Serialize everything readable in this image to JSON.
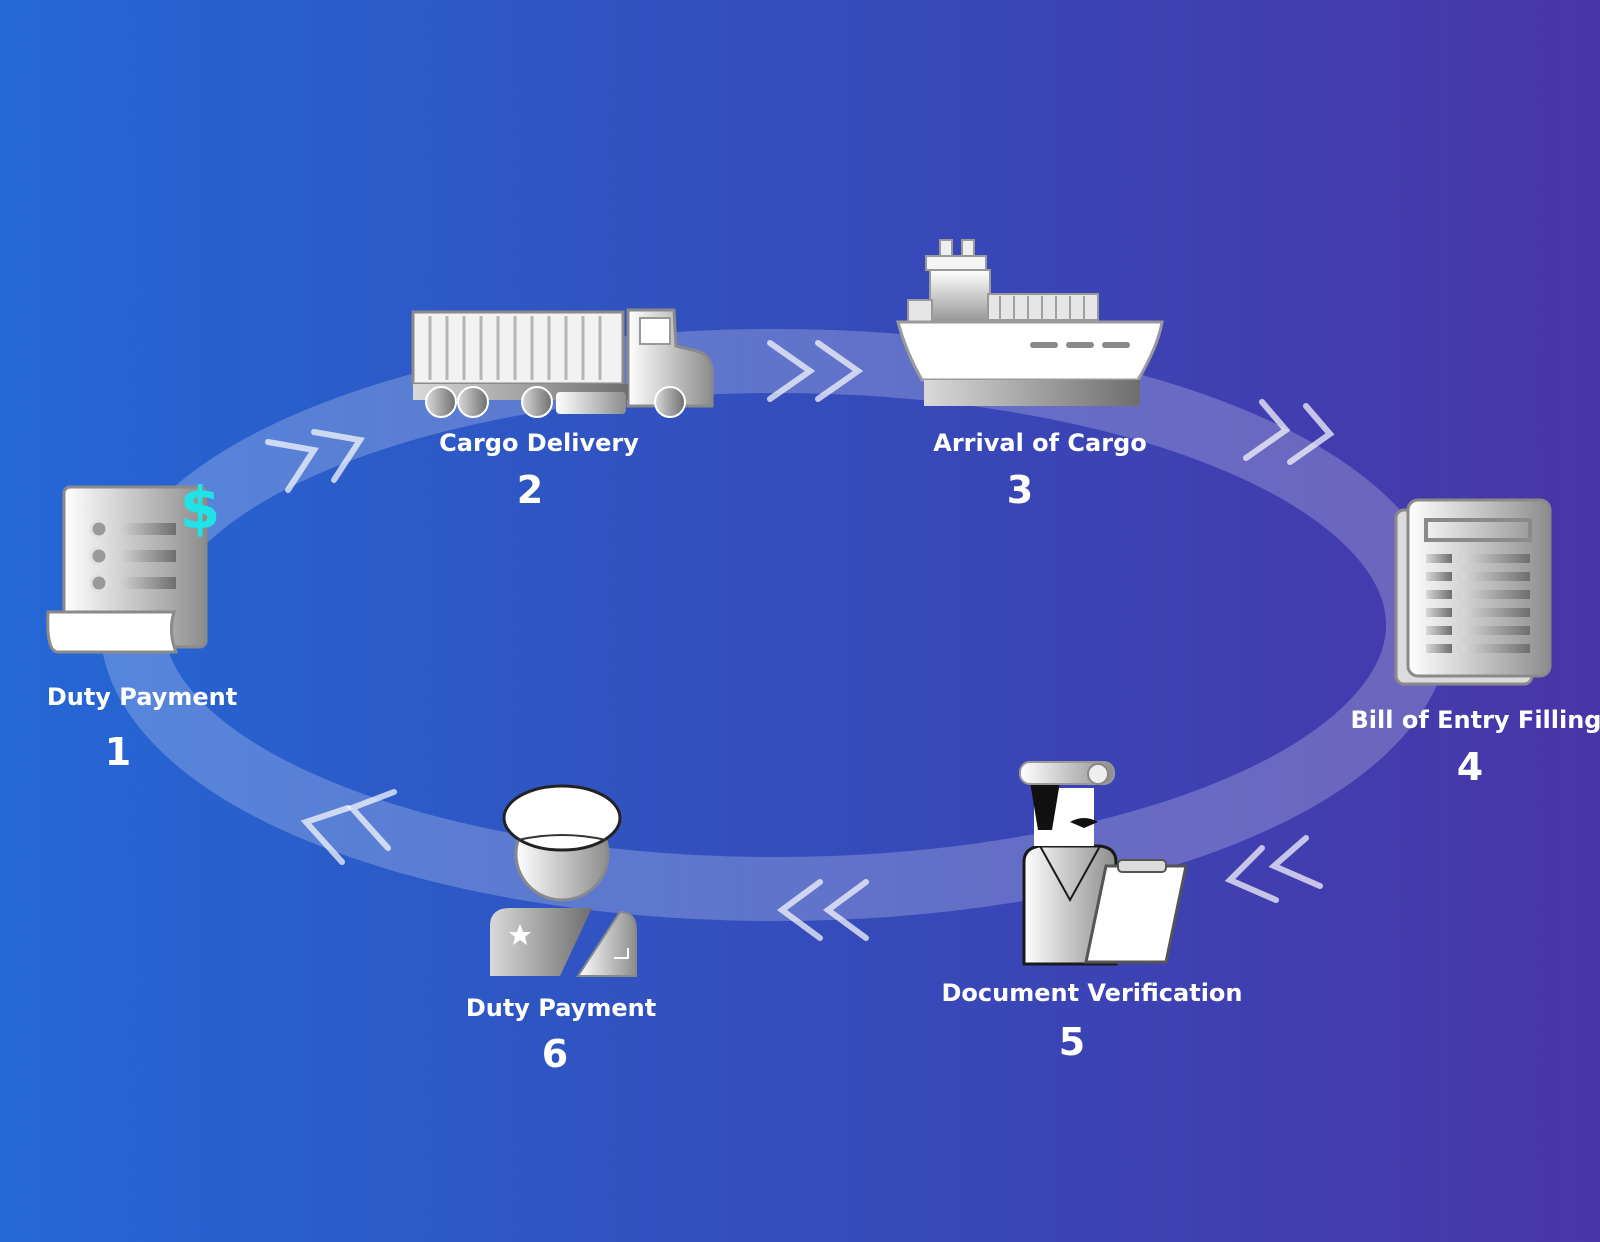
{
  "diagram": {
    "steps": [
      {
        "title": "Duty Payment",
        "number": "1",
        "icon": "receipt-dollar-icon"
      },
      {
        "title": "Cargo Delivery",
        "number": "2",
        "icon": "truck-icon"
      },
      {
        "title": "Arrival of Cargo",
        "number": "3",
        "icon": "ship-icon"
      },
      {
        "title": "Bill of Entry Filling",
        "number": "4",
        "icon": "document-icon"
      },
      {
        "title": "Document Verification",
        "number": "5",
        "icon": "officer-clipboard-icon"
      },
      {
        "title": "Duty Payment",
        "number": "6",
        "icon": "officer-icon"
      }
    ],
    "arrow_direction": "clockwise",
    "colors": {
      "background_start": "#2468d6",
      "background_end": "#4a35a8",
      "ring": "#ffffff",
      "dollar": "#1fe3e6",
      "icon_light": "#ffffff",
      "icon_dark": "#9a9a9a"
    }
  }
}
